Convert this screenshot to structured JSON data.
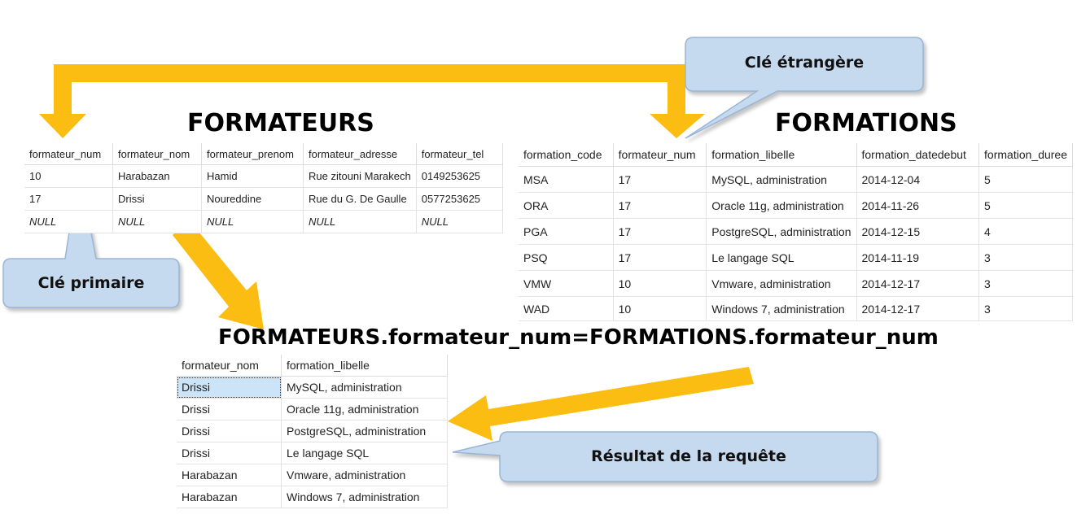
{
  "titles": {
    "formateurs": "FORMATEURS",
    "formations": "FORMATIONS",
    "join": "FORMATEURS.formateur_num=FORMATIONS.formateur_num"
  },
  "callouts": {
    "foreign_key": "Clé étrangère",
    "primary_key": "Clé primaire",
    "result": "Résultat de la requête"
  },
  "colors": {
    "arrow": "#fbbd11",
    "callout_fill": "#c5d9ef",
    "callout_border": "#9ab6d6"
  },
  "formateurs_table": {
    "columns": [
      "formateur_num",
      "formateur_nom",
      "formateur_prenom",
      "formateur_adresse",
      "formateur_tel"
    ],
    "rows": [
      [
        "10",
        "Harabazan",
        "Hamid",
        "Rue zitouni Marakech",
        "0149253625"
      ],
      [
        "17",
        "Drissi",
        "Noureddine",
        "Rue du G. De Gaulle",
        "0577253625"
      ],
      [
        "NULL",
        "NULL",
        "NULL",
        "NULL",
        "NULL"
      ]
    ]
  },
  "formations_table": {
    "columns": [
      "formation_code",
      "formateur_num",
      "formation_libelle",
      "formation_datedebut",
      "formation_duree"
    ],
    "rows": [
      [
        "MSA",
        "17",
        "MySQL, administration",
        "2014-12-04",
        "5"
      ],
      [
        "ORA",
        "17",
        "Oracle 11g, administration",
        "2014-11-26",
        "5"
      ],
      [
        "PGA",
        "17",
        "PostgreSQL, administration",
        "2014-12-15",
        "4"
      ],
      [
        "PSQ",
        "17",
        "Le langage SQL",
        "2014-11-19",
        "3"
      ],
      [
        "VMW",
        "10",
        "Vmware, administration",
        "2014-12-17",
        "3"
      ],
      [
        "WAD",
        "10",
        "Windows 7, administration",
        "2014-12-17",
        "3"
      ]
    ]
  },
  "result_table": {
    "columns": [
      "formateur_nom",
      "formation_libelle"
    ],
    "rows": [
      [
        "Drissi",
        "MySQL, administration"
      ],
      [
        "Drissi",
        "Oracle 11g, administration"
      ],
      [
        "Drissi",
        "PostgreSQL, administration"
      ],
      [
        "Drissi",
        "Le langage SQL"
      ],
      [
        "Harabazan",
        "Vmware, administration"
      ],
      [
        "Harabazan",
        "Windows 7, administration"
      ]
    ]
  }
}
